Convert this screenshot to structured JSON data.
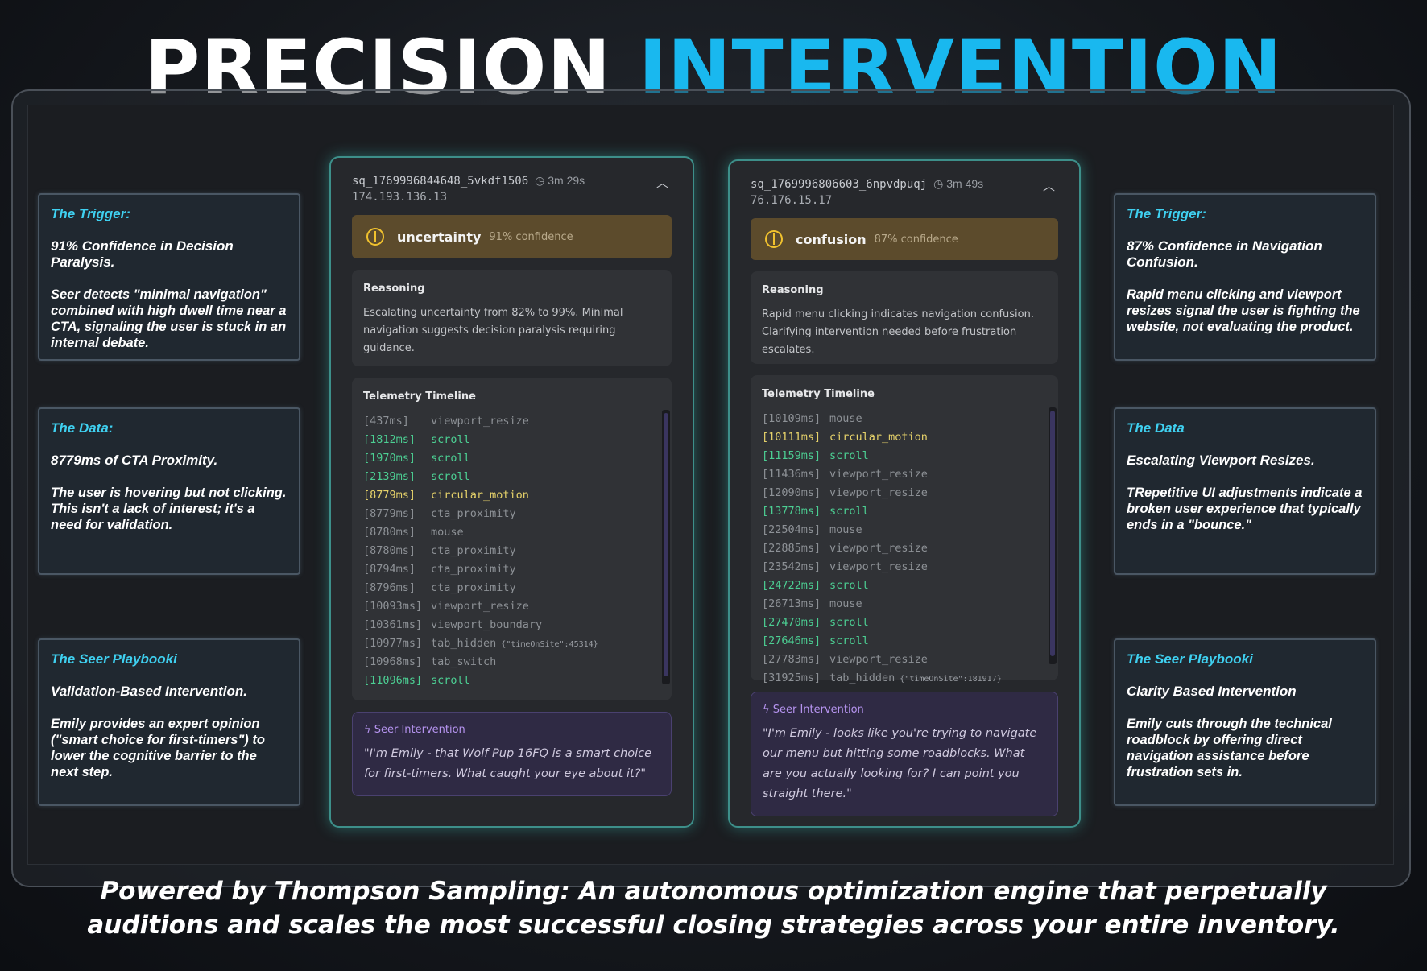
{
  "title": {
    "part1": "PRECISION",
    "part2": "INTERVENTION"
  },
  "left_cards": [
    {
      "heading": "The Trigger:",
      "sub": "91% Confidence in Decision Paralysis.",
      "body": "Seer detects \"minimal navigation\" combined with high dwell time near a CTA, signaling the user is stuck in an internal debate."
    },
    {
      "heading": "The Data:",
      "sub": "8779ms of CTA Proximity.",
      "body": "The user is hovering but not clicking. This isn't a lack of interest; it's a need for validation."
    },
    {
      "heading": "The Seer Playbooki",
      "sub": "Validation-Based Intervention.",
      "body": "Emily provides an expert opinion (\"smart choice for first-timers\") to lower the cognitive barrier to the next step."
    }
  ],
  "right_cards": [
    {
      "heading": "The Trigger:",
      "sub": "87% Confidence in Navigation Confusion.",
      "body": "Rapid menu clicking and viewport resizes signal the user is fighting the website, not evaluating the product."
    },
    {
      "heading": "The Data",
      "sub": "Escalating Viewport Resizes.",
      "body": "TRepetitive UI adjustments indicate a broken user experience that typically ends in a \"bounce.\""
    },
    {
      "heading": "The Seer Playbooki",
      "sub": "Clarity Based Intervention",
      "body": "Emily cuts through the technical roadblock by offering direct navigation assistance before frustration sets in."
    }
  ],
  "sessions": [
    {
      "id": "sq_1769996844648_5vkdf1506",
      "duration": "3m 29s",
      "ip": "174.193.136.13",
      "emotion": "uncertainty",
      "confidence": "91% confidence",
      "reasoning_title": "Reasoning",
      "reasoning": "Escalating uncertainty from 82% to 99%. Minimal navigation suggests decision paralysis requiring guidance.",
      "telemetry_title": "Telemetry Timeline",
      "events": [
        {
          "t": "[437ms]",
          "e": "viewport_resize",
          "m": "",
          "c": ""
        },
        {
          "t": "[1812ms]",
          "e": "scroll",
          "m": "",
          "c": "g"
        },
        {
          "t": "[1970ms]",
          "e": "scroll",
          "m": "",
          "c": "g"
        },
        {
          "t": "[2139ms]",
          "e": "scroll",
          "m": "",
          "c": "g"
        },
        {
          "t": "[8779ms]",
          "e": "circular_motion",
          "m": "",
          "c": "y"
        },
        {
          "t": "[8779ms]",
          "e": "cta_proximity",
          "m": "",
          "c": ""
        },
        {
          "t": "[8780ms]",
          "e": "mouse",
          "m": "",
          "c": ""
        },
        {
          "t": "[8780ms]",
          "e": "cta_proximity",
          "m": "",
          "c": ""
        },
        {
          "t": "[8794ms]",
          "e": "cta_proximity",
          "m": "",
          "c": ""
        },
        {
          "t": "[8796ms]",
          "e": "cta_proximity",
          "m": "",
          "c": ""
        },
        {
          "t": "[10093ms]",
          "e": "viewport_resize",
          "m": "",
          "c": ""
        },
        {
          "t": "[10361ms]",
          "e": "viewport_boundary",
          "m": "",
          "c": ""
        },
        {
          "t": "[10977ms]",
          "e": "tab_hidden",
          "m": "{\"timeOnSite\":45314}",
          "c": ""
        },
        {
          "t": "[10968ms]",
          "e": "tab_switch",
          "m": "",
          "c": ""
        },
        {
          "t": "[11096ms]",
          "e": "scroll",
          "m": "",
          "c": "g"
        }
      ],
      "intervention_title": "Seer Intervention",
      "intervention": "\"I'm Emily - that Wolf Pup 16FQ is a smart choice for first-timers. What caught your eye about it?\""
    },
    {
      "id": "sq_1769996806603_6npvdpuqj",
      "duration": "3m 49s",
      "ip": "76.176.15.17",
      "emotion": "confusion",
      "confidence": "87% confidence",
      "reasoning_title": "Reasoning",
      "reasoning": "Rapid menu clicking indicates navigation confusion. Clarifying intervention needed before frustration escalates.",
      "telemetry_title": "Telemetry Timeline",
      "events": [
        {
          "t": "[10109ms]",
          "e": "mouse",
          "m": "",
          "c": ""
        },
        {
          "t": "[10111ms]",
          "e": "circular_motion",
          "m": "",
          "c": "y"
        },
        {
          "t": "[11159ms]",
          "e": "scroll",
          "m": "",
          "c": "g"
        },
        {
          "t": "[11436ms]",
          "e": "viewport_resize",
          "m": "",
          "c": ""
        },
        {
          "t": "[12090ms]",
          "e": "viewport_resize",
          "m": "",
          "c": ""
        },
        {
          "t": "[13778ms]",
          "e": "scroll",
          "m": "",
          "c": "g"
        },
        {
          "t": "[22504ms]",
          "e": "mouse",
          "m": "",
          "c": ""
        },
        {
          "t": "[22885ms]",
          "e": "viewport_resize",
          "m": "",
          "c": ""
        },
        {
          "t": "[23542ms]",
          "e": "viewport_resize",
          "m": "",
          "c": ""
        },
        {
          "t": "[24722ms]",
          "e": "scroll",
          "m": "",
          "c": "g"
        },
        {
          "t": "[26713ms]",
          "e": "mouse",
          "m": "",
          "c": ""
        },
        {
          "t": "[27470ms]",
          "e": "scroll",
          "m": "",
          "c": "g"
        },
        {
          "t": "[27646ms]",
          "e": "scroll",
          "m": "",
          "c": "g"
        },
        {
          "t": "[27783ms]",
          "e": "viewport_resize",
          "m": "",
          "c": ""
        },
        {
          "t": "[31925ms]",
          "e": "tab_hidden",
          "m": "{\"timeOnSite\":181917}",
          "c": ""
        }
      ],
      "intervention_title": "Seer Intervention",
      "intervention": "\"I'm Emily - looks like you're trying to navigate our menu but hitting some roadblocks. What are you actually looking for? I can point you straight there.\""
    }
  ],
  "footer": {
    "line1": "Powered by Thompson Sampling: An autonomous optimization engine that perpetually",
    "line2": "auditions and scales the most successful closing strategies across your entire inventory."
  }
}
